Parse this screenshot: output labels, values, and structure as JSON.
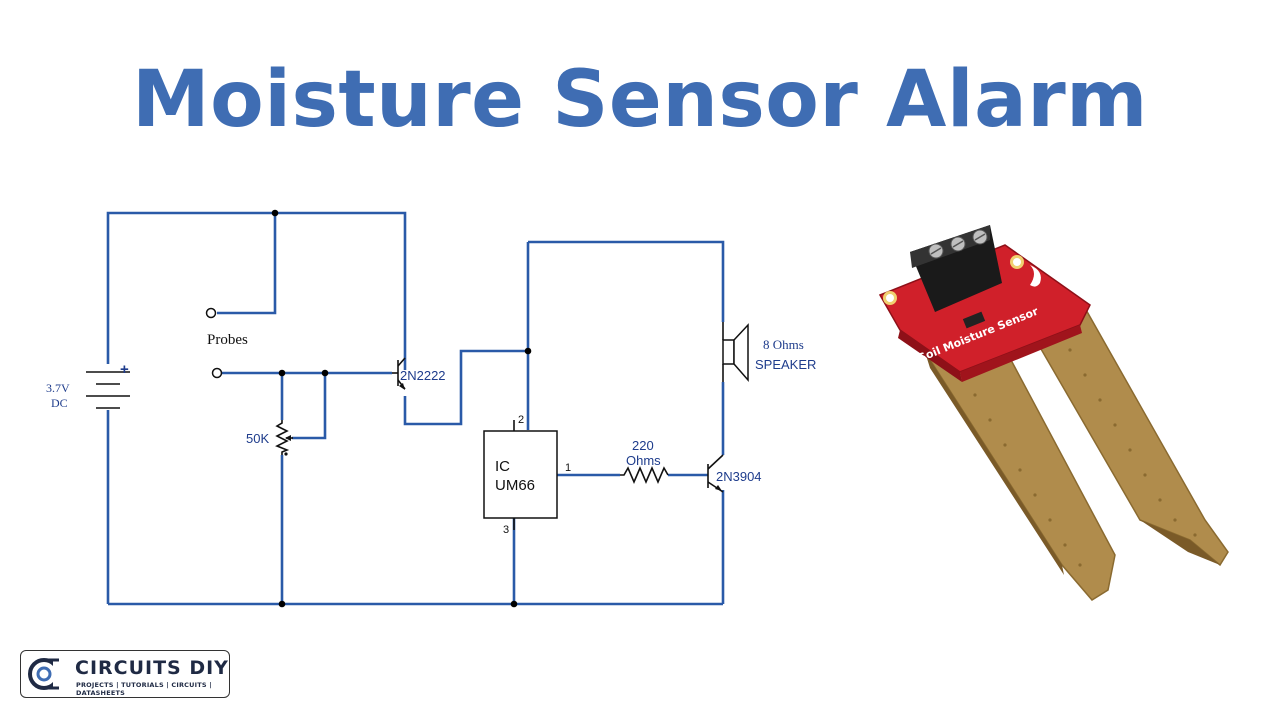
{
  "title": "Moisture Sensor Alarm",
  "schematic": {
    "battery_voltage": "3.7V",
    "battery_type": "DC",
    "battery_polarity": "+",
    "probes_label": "Probes",
    "pot_label": "50K",
    "transistor1": "2N2222",
    "ic_line1": "IC",
    "ic_line2": "UM66",
    "pin1": "1",
    "pin2": "2",
    "pin3": "3",
    "resistor_value": "220",
    "resistor_unit": "Ohms",
    "transistor2": "2N3904",
    "speaker_value": "8 Ohms",
    "speaker_label": "SPEAKER"
  },
  "sensor_board": {
    "silkscreen": "Soil Moisture Sensor",
    "board_color": "#d0202a",
    "probe_color": "#b08c4c"
  },
  "logo": {
    "name": "CIRCUITS DIY",
    "tagline": "PROJECTS | TUTORIALS | CIRCUITS | DATASHEETS"
  },
  "colors": {
    "title": "#3f6db3",
    "wire": "#2a5aa8"
  }
}
